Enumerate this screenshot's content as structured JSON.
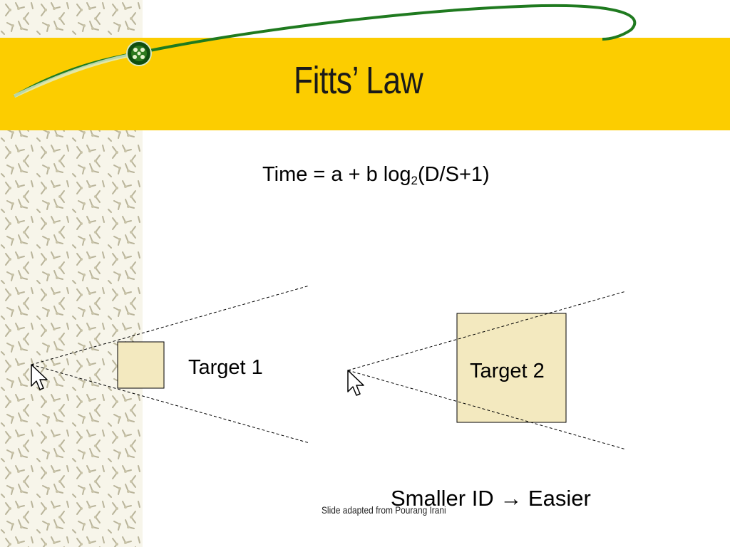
{
  "slide": {
    "title": "Fitts’ Law",
    "formula": {
      "prefix": "Time = a + b log",
      "subscript": "2",
      "suffix": "(D/S+1)"
    },
    "target1_label": "Target 1",
    "target2_label": "Target 2",
    "conclusion": "Smaller ID → Easier",
    "credit": "Slide adapted from Pourang Irani"
  },
  "colors": {
    "title_band": "#fccd00",
    "target_fill": "#f3e9bf",
    "swoosh": "#1f7a1f",
    "pattern_bg": "#f7f5ea"
  },
  "icons": [
    "cursor-icon",
    "globe-icon"
  ]
}
